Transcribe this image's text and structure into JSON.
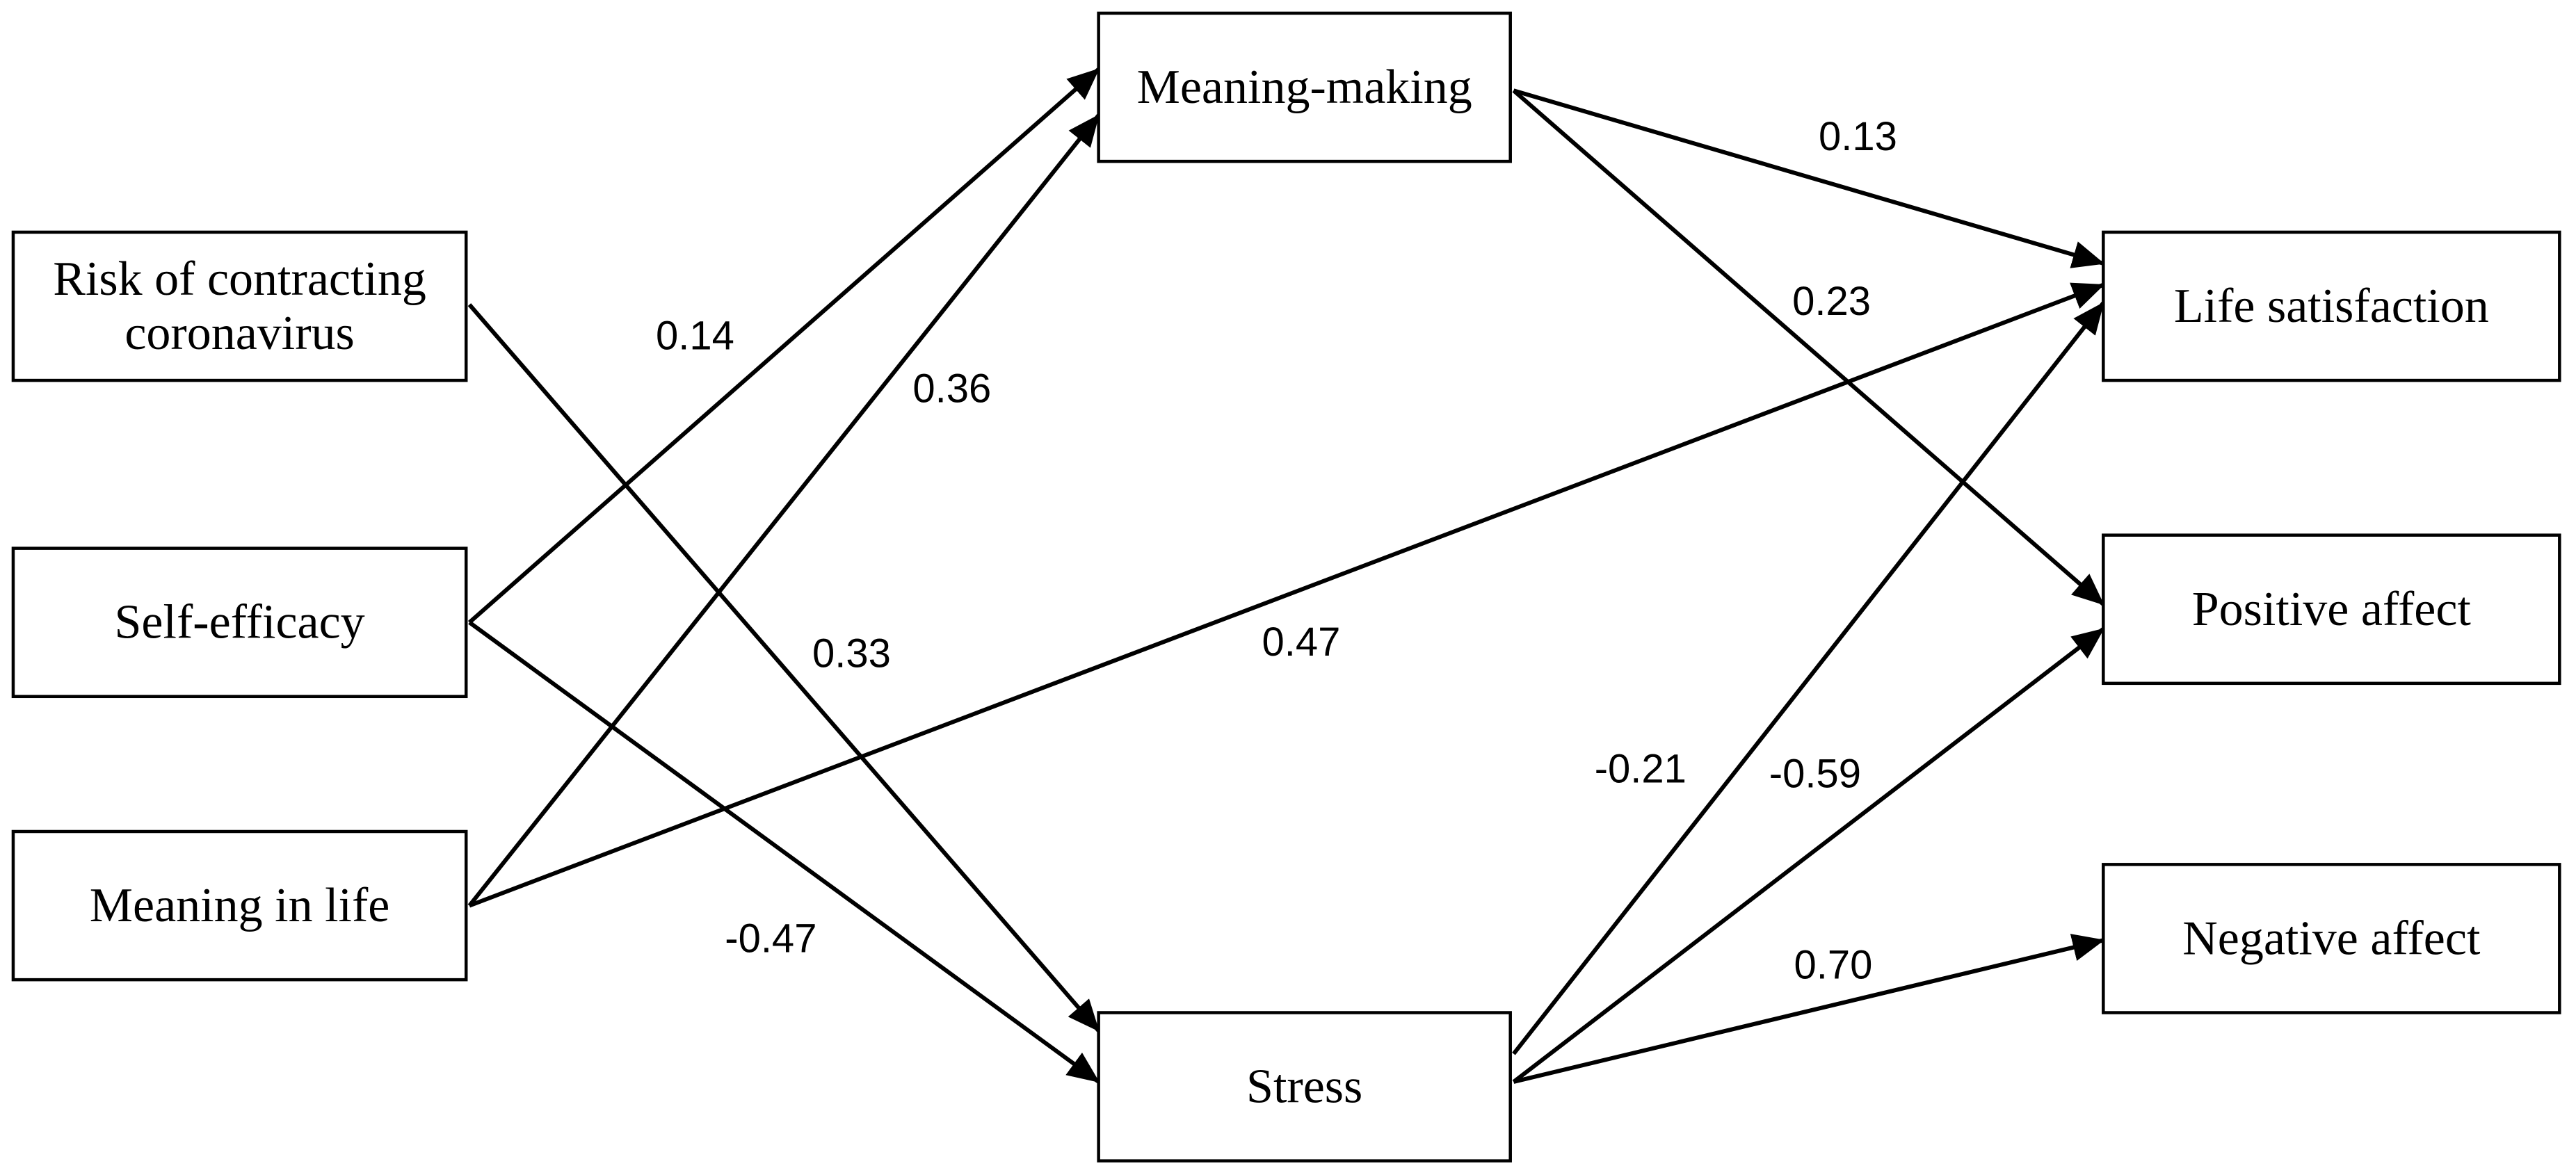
{
  "nodes": {
    "risk": [
      "Risk of contracting",
      "coronavirus"
    ],
    "self_efficacy": [
      "Self-efficacy"
    ],
    "meaning_in_life": [
      "Meaning in life"
    ],
    "meaning_making": [
      "Meaning-making"
    ],
    "stress": [
      "Stress"
    ],
    "life_satisfaction": [
      "Life satisfaction"
    ],
    "positive_affect": [
      "Positive affect"
    ],
    "negative_affect": [
      "Negative affect"
    ]
  },
  "paths": [
    {
      "from": "self_efficacy",
      "to": "meaning_making",
      "coefficient": "0.14"
    },
    {
      "from": "meaning_in_life",
      "to": "meaning_making",
      "coefficient": "0.36"
    },
    {
      "from": "risk",
      "to": "stress",
      "coefficient": "0.33"
    },
    {
      "from": "self_efficacy",
      "to": "stress",
      "coefficient": "-0.47"
    },
    {
      "from": "meaning_in_life",
      "to": "life_satisfaction",
      "coefficient": "0.47"
    },
    {
      "from": "meaning_making",
      "to": "life_satisfaction",
      "coefficient": "0.13"
    },
    {
      "from": "meaning_making",
      "to": "positive_affect",
      "coefficient": "0.23"
    },
    {
      "from": "stress",
      "to": "life_satisfaction",
      "coefficient": "-0.21"
    },
    {
      "from": "stress",
      "to": "positive_affect",
      "coefficient": "-0.59"
    },
    {
      "from": "stress",
      "to": "negative_affect",
      "coefficient": "0.70"
    }
  ]
}
